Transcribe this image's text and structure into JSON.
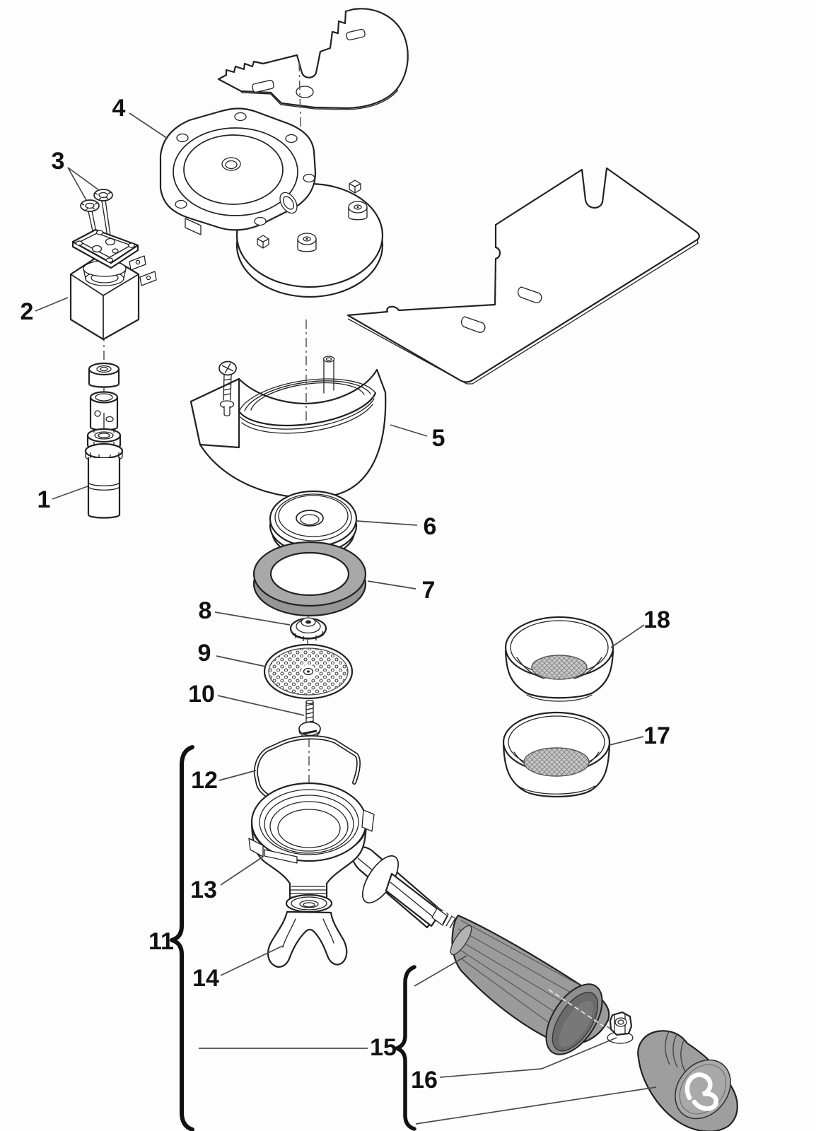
{
  "parts": [
    {
      "number": "1"
    },
    {
      "number": "2"
    },
    {
      "number": "3"
    },
    {
      "number": "4"
    },
    {
      "number": "5"
    },
    {
      "number": "6"
    },
    {
      "number": "7"
    },
    {
      "number": "8"
    },
    {
      "number": "9"
    },
    {
      "number": "10"
    },
    {
      "number": "11"
    },
    {
      "number": "12"
    },
    {
      "number": "13"
    },
    {
      "number": "14"
    },
    {
      "number": "15"
    },
    {
      "number": "16"
    },
    {
      "number": "17"
    },
    {
      "number": "18"
    }
  ],
  "colors": {
    "line": "#222222",
    "background": "#fdfdfd",
    "label": "#111111",
    "gasket_gray": "#a8a8a8",
    "gasket_side_gray": "#969696",
    "mesh_gray": "#c8c8c8",
    "mesh_line_gray": "#7d7d7d",
    "handle_gray": "#9b9b9b",
    "handle_mouth_gray": "#6b6b6b",
    "end_cap_gray": "#9e9e9e",
    "logo_white": "#ffffff"
  }
}
